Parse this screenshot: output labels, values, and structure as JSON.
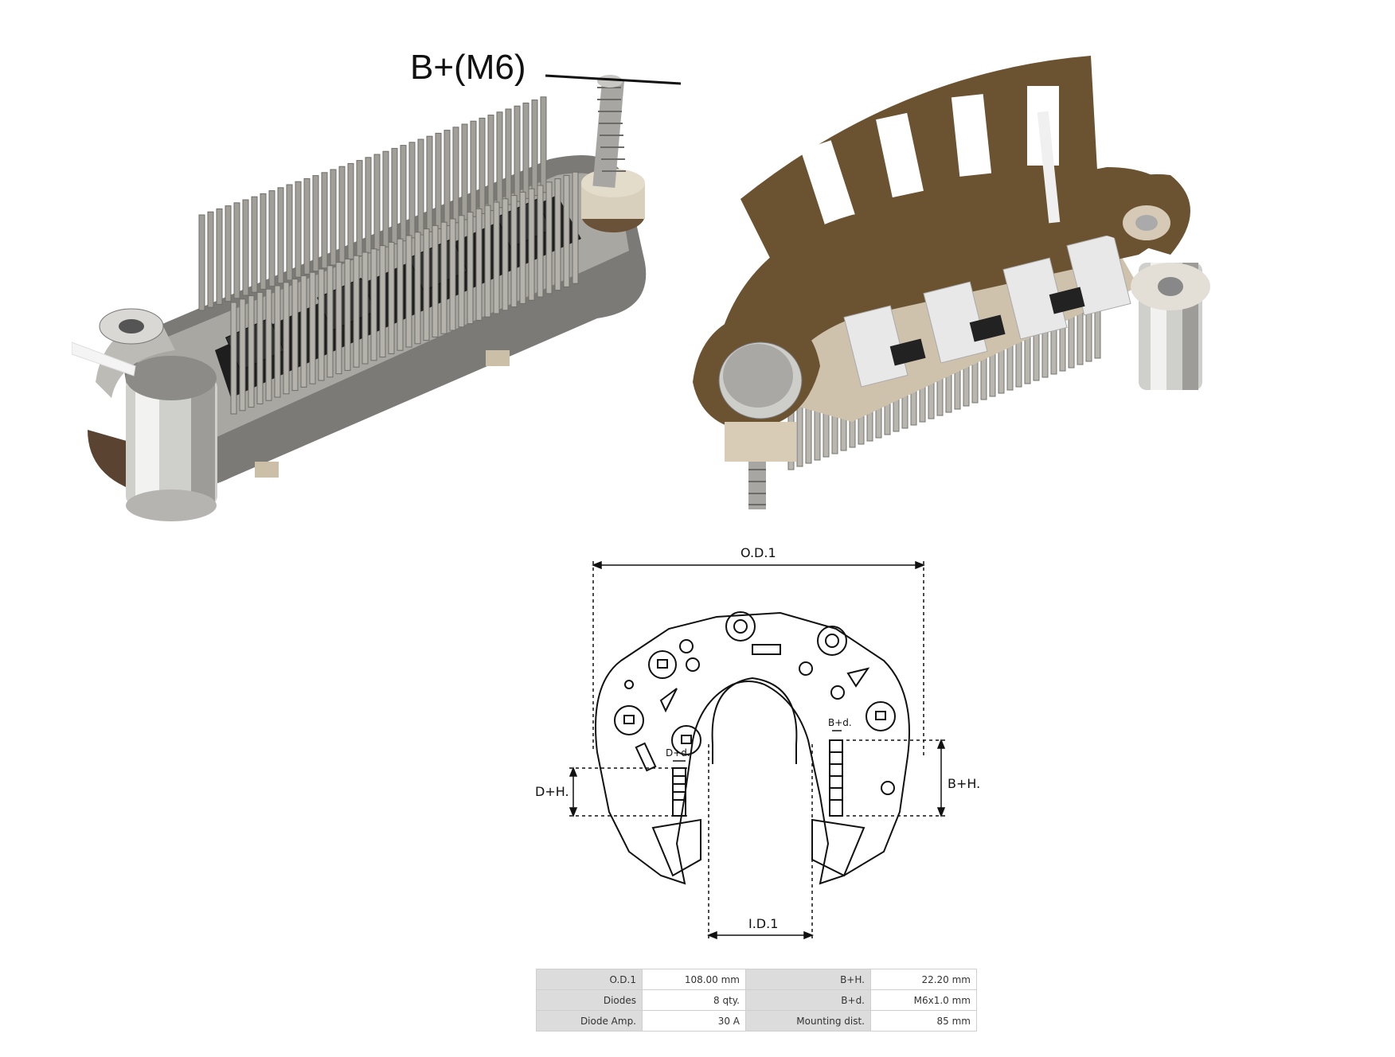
{
  "callout": {
    "label": "B+(M6)"
  },
  "drawing": {
    "od": "O.D.1",
    "id": "I.D.1",
    "dh": "D+H.",
    "dd": "D+d.",
    "bh": "B+H.",
    "bd": "B+d."
  },
  "specs": [
    {
      "k1": "O.D.1",
      "v1": "108.00 mm",
      "k2": "B+H.",
      "v2": "22.20 mm"
    },
    {
      "k1": "Diodes",
      "v1": "8 qty.",
      "k2": "B+d.",
      "v2": "M6x1.0 mm"
    },
    {
      "k1": "Diode Amp.",
      "v1": "30 A",
      "k2": "Mounting dist.",
      "v2": "85 mm"
    }
  ],
  "colors": {
    "bakelite": "#6b5230",
    "metal": "#8f8e89",
    "fin": "#a29f98",
    "insulator": "#cfc2ad"
  }
}
